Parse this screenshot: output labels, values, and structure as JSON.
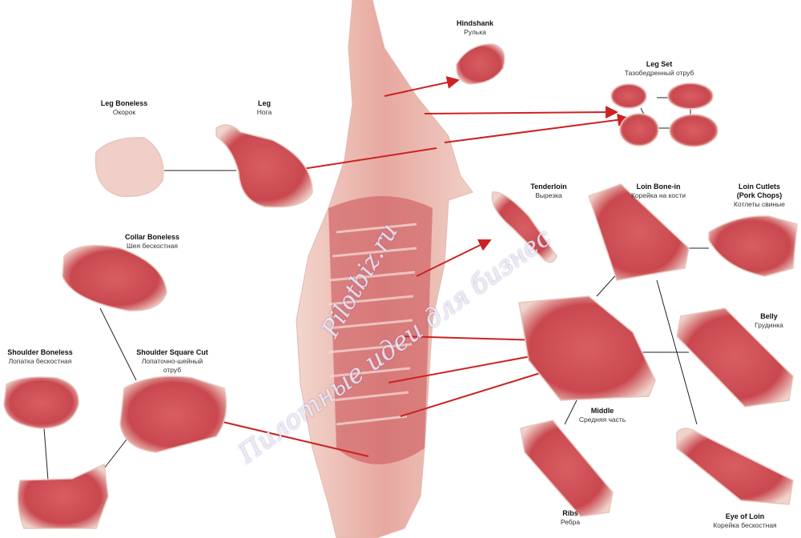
{
  "cuts": {
    "hindshank": {
      "en": "Hindshank",
      "ru": "Рулька"
    },
    "leg_set": {
      "en": "Leg Set",
      "ru": "Тазобедренный отруб"
    },
    "leg_boneless": {
      "en": "Leg Boneless",
      "ru": "Окорок"
    },
    "leg": {
      "en": "Leg",
      "ru": "Нога"
    },
    "tenderloin": {
      "en": "Tenderloin",
      "ru": "Вырезка"
    },
    "loin_bone_in": {
      "en": "Loin Bone-in",
      "ru": "Корейка на кости"
    },
    "loin_cutlets": {
      "en": "Loin Cutlets",
      "en2": "(Pork Chops)",
      "ru": "Котлеты свиные"
    },
    "collar_boneless": {
      "en": "Collar Boneless",
      "ru": "Шея бескостная"
    },
    "belly": {
      "en": "Belly",
      "ru": "Грудинка"
    },
    "shoulder_boneless": {
      "en": "Shoulder Boneless",
      "ru": "Лопатка бескостная"
    },
    "shoulder_square_cut": {
      "en": "Shoulder Square Cut",
      "ru": "Лопаточно-шейный",
      "ru2": "отруб"
    },
    "middle": {
      "en": "Middle",
      "ru": "Средняя часть"
    },
    "ribs": {
      "en": "Ribs",
      "ru": "Ребра"
    },
    "eye_of_loin": {
      "en": "Eye of Loin",
      "ru": "Корейка бескостная"
    }
  },
  "watermark": {
    "site": "Pilotbiz.ru",
    "slogan": "Пилотные идеи для бизнес"
  },
  "colors": {
    "meat": "#d9686a",
    "fat": "#f3dcd4",
    "arrow": "#cc2222",
    "connector": "#222222"
  }
}
